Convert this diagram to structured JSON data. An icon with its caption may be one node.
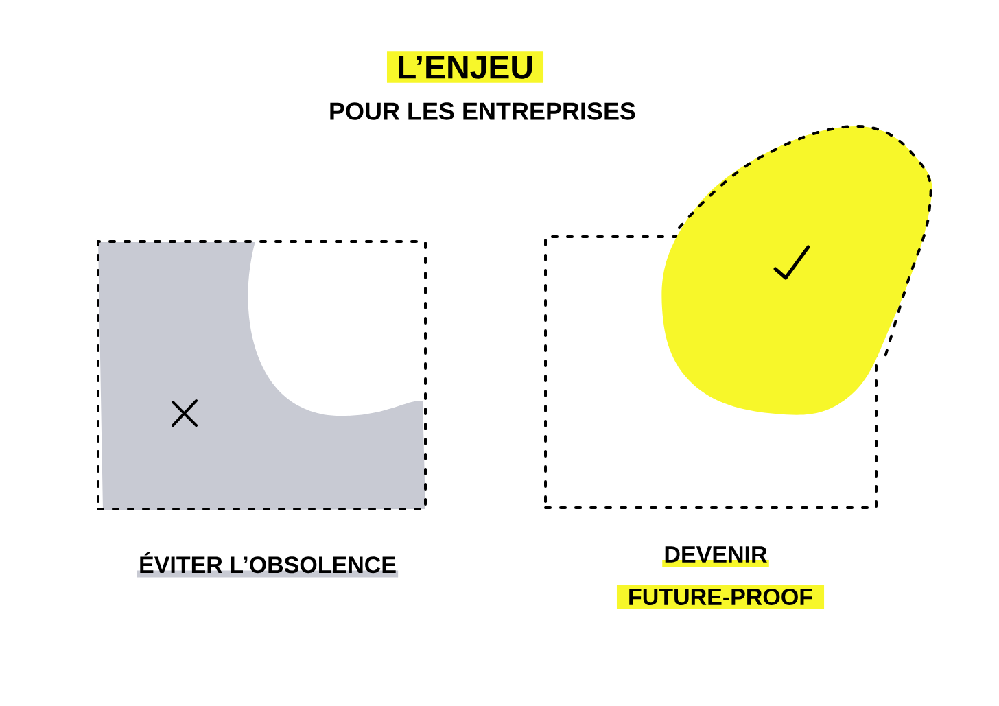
{
  "diagram": {
    "title": "L’ENJEU",
    "nodes": [
      {
        "text": [],
        "shape": "box",
        "beside": [
          "ÉVITER L’OBSOLENCE"
        ]
      },
      {
        "text": [],
        "shape": "box",
        "beside": [
          "DEVENIR",
          "FUTURE-PROOF"
        ]
      }
    ],
    "labels": [
      "POUR LES ENTREPRISES"
    ]
  }
}
